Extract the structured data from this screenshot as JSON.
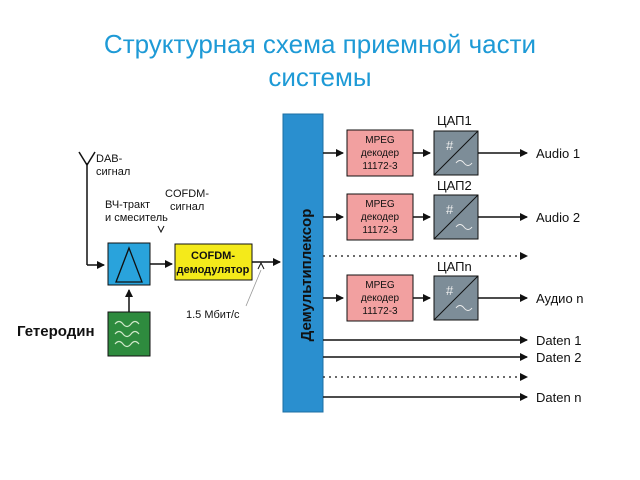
{
  "title": {
    "line1": "Структурная схема приемной части",
    "line2": "системы"
  },
  "diagram": {
    "antenna_label": [
      "DAB-",
      "сигнал"
    ],
    "rf_label": [
      "ВЧ-тракт",
      "и смеситель"
    ],
    "cofdm_signal_label": [
      "COFDM-",
      "сигнал"
    ],
    "demod_label": [
      "COFDM-",
      "демодулятор"
    ],
    "bitrate_label": "1.5 Мбит/с",
    "heterodyne_label": "Гетеродин",
    "demux_label": "Демультиплексор",
    "decoders": [
      {
        "lines": [
          "MPEG",
          "декодер",
          "11172-3"
        ],
        "dac": "ЦАП1",
        "output": "Audio 1"
      },
      {
        "lines": [
          "MPEG",
          "декодер",
          "11172-3"
        ],
        "dac": "ЦАП2",
        "output": "Audio 2"
      },
      {
        "lines": [
          "MPEG",
          "декодер",
          "11172-3"
        ],
        "dac": "ЦАПn",
        "output": "Аудио n"
      }
    ],
    "data_outputs": [
      "Daten 1",
      "Daten 2",
      "Daten n"
    ],
    "colors": {
      "demux": "#2a8fcf",
      "rf_block": "#29a3dc",
      "demod": "#f4ea1a",
      "decoder": "#f2a0a0",
      "dac": "#7d8d98",
      "heterodyne": "#2e8b3e",
      "title": "#1e9ad6"
    }
  }
}
